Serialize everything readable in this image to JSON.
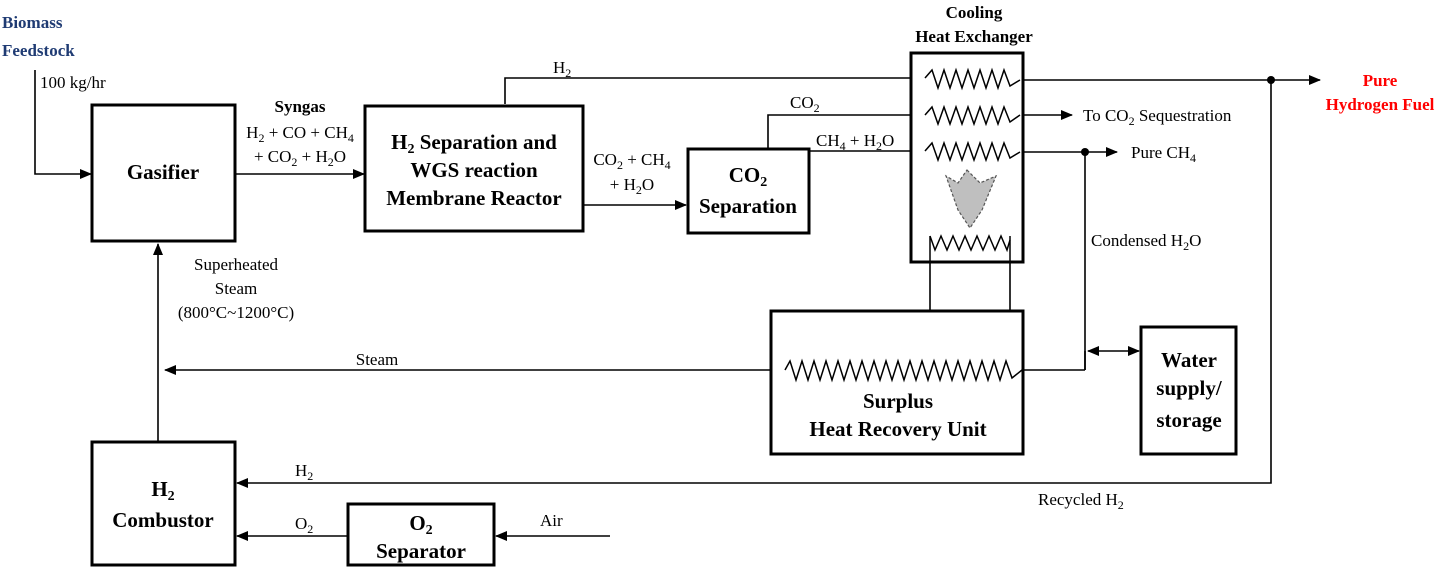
{
  "colors": {
    "feedstock_label": "#1f3b73",
    "product_label": "#ff0000",
    "heat_arrow_fill": "#bfbfbf",
    "line": "#000000"
  },
  "inputs": {
    "biomass_line1": "Biomass",
    "biomass_line2": "Feedstock",
    "feed_rate": "100 kg/hr",
    "air": "Air"
  },
  "units": {
    "gasifier": "Gasifier",
    "membrane": {
      "line1": "Separation and",
      "line2": "WGS reaction",
      "line3": "Membrane Reactor"
    },
    "co2_separation": {
      "line2": "Separation"
    },
    "cooling_hx": {
      "line1": "Cooling",
      "line2": "Heat Exchanger"
    },
    "surplus": {
      "line1": "Surplus",
      "line2": "Heat Recovery Unit"
    },
    "water": {
      "line1": "Water",
      "line2": "supply/",
      "line3": "storage"
    },
    "combustor": {
      "line2": "Combustor"
    },
    "o2_separator": {
      "line2": "Separator"
    }
  },
  "streams": {
    "syngas_title": "Syngas",
    "syngas_comp_line2": "+ CO",
    "superheated_line1": "Superheated",
    "superheated_line2": "Steam",
    "superheated_temp": "(800°C~1200°C)",
    "steam": "Steam",
    "co2_ch4_line2": "+ H",
    "to_co2_sequestration": "To CO",
    "to_co2_sequestration_suffix": "Sequestration",
    "pure_ch4": "Pure CH",
    "condensed_h2o": "Condensed H",
    "recycled_h2": "Recycled H",
    "pure_hydrogen_line1": "Pure",
    "pure_hydrogen_line2": "Hydrogen Fuel"
  }
}
